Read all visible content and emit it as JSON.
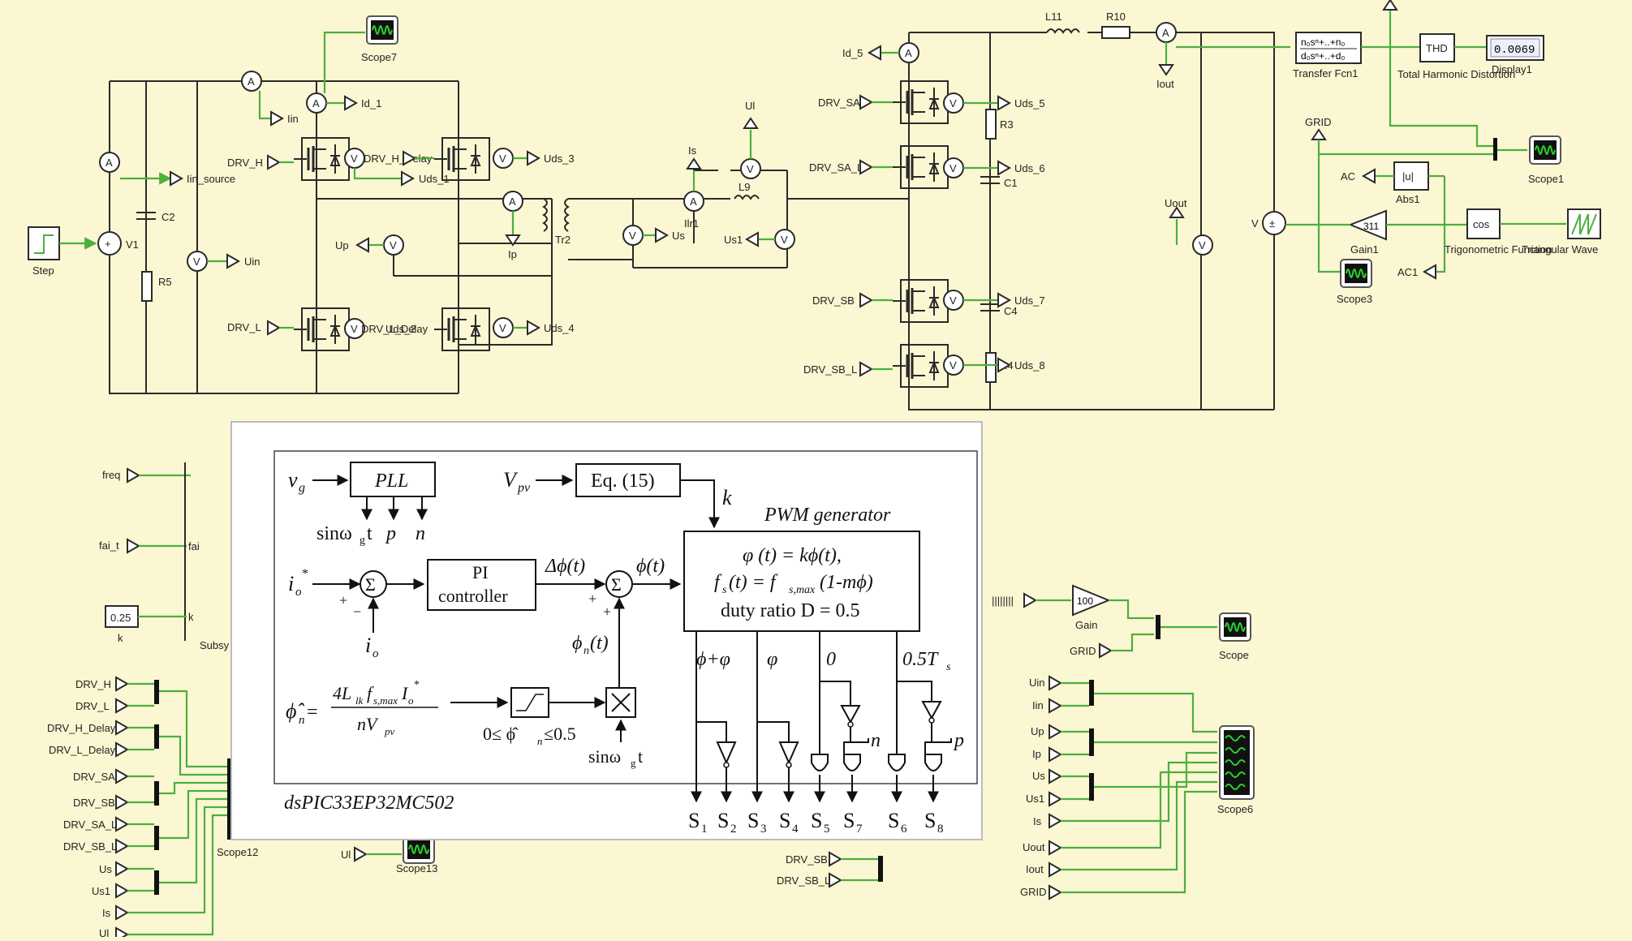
{
  "meters": {
    "ammeter": "A",
    "voltmeter": "V"
  },
  "labels": {
    "scope7": "Scope7",
    "step": "Step",
    "v1": "V1",
    "c2": "C2",
    "r5": "R5",
    "iin_source": "Iin_source",
    "iin": "Iin",
    "id_1": "Id_1",
    "uin": "Uin",
    "drv_h": "DRV_H",
    "drv_h_delay": "DRV_H_Delay",
    "uds_1": "Uds_1",
    "uds_3": "Uds_3",
    "drv_l": "DRV_L",
    "drv_l_delay": "DRV_L_Delay",
    "uds_2": "Uds_2",
    "uds_4": "Uds_4",
    "up": "Up",
    "ip": "Ip",
    "tr2": "Tr2",
    "us": "Us",
    "is": "Is",
    "ilr1": "Ilr1",
    "l9": "L9",
    "ul": "Ul",
    "us1": "Us1",
    "l11": "L11",
    "r10": "R10",
    "id_5": "Id_5",
    "iout": "Iout",
    "drv_sa": "DRV_SA",
    "drv_sa_l": "DRV_SA_L",
    "drv_sb": "DRV_SB",
    "drv_sb_l": "DRV_SB_L",
    "uds_5": "Uds_5",
    "uds_6": "Uds_6",
    "uds_7": "Uds_7",
    "uds_8": "Uds_8",
    "r3": "R3",
    "c1": "C1",
    "c4": "C4",
    "r4": "R4",
    "uout": "Uout",
    "v": "V",
    "tf_num": "n₀sⁿ+..+n₀",
    "tf_den": "d₀sⁿ+..+d₀",
    "transfer_fcn": "Transfer Fcn1",
    "thd": "THD",
    "thd_label": "Total Harmonic Distortion",
    "display_value": "0.0069",
    "display1": "Display1",
    "scope1": "Scope1",
    "grid": "GRID",
    "ac": "AC",
    "ac1": "AC1",
    "abs_sym": "|u|",
    "abs1": "Abs1",
    "cos_sym": "cos",
    "trig_fn": "Trigonometric Function",
    "tri_wave": "Triangular Wave",
    "gain_val": "311",
    "gain1": "Gain1",
    "scope3": "Scope3",
    "freq": "freq",
    "fai_t": "fai_t",
    "fai": "fai",
    "k_const": "0.25",
    "k": "k",
    "subsys": "Subsy",
    "scope12": "Scope12",
    "scope13": "Scope13",
    "scope": "Scope",
    "scope6": "Scope6",
    "gain_100": "100",
    "gain": "Gain",
    "uin2": "Uin",
    "iin2": "Iin",
    "up2": "Up",
    "ip2": "Ip",
    "us2": "Us",
    "us1b": "Us1",
    "is2": "Is",
    "uout2": "Uout",
    "iout2": "Iout",
    "grid2": "GRID",
    "grid3": "GRID",
    "ul2": "Ul",
    "ul3": "Ul",
    "drv_sb2": "DRV_SB",
    "drv_sb_l2": "DRV_SB_L",
    "lh_drv_h": "DRV_H",
    "lh_drv_l": "DRV_L",
    "lh_drv_h_delay": "DRV_H_Delay",
    "lh_drv_l_delay": "DRV_L_Delay",
    "lh_drv_sa": "DRV_SA",
    "lh_drv_sb": "DRV_SB",
    "lh_drv_sa_l": "DRV_SA_L",
    "lh_drv_sb_l": "DRV_SB_L",
    "lh_us": "Us",
    "lh_us1": "Us1",
    "lh_is": "Is"
  },
  "inset": {
    "vg": "v",
    "vg_sub": "g",
    "pll": "PLL",
    "pll_out1": "sinω",
    "pll_out1_sub": "g",
    "pll_out1_end": "t",
    "pll_out2": "p",
    "pll_out3": "n",
    "vpv": "V",
    "vpv_sub": "pv",
    "eq15": "Eq. (15)",
    "k": "k",
    "pwm_title": "PWM generator",
    "pwm_line1": "φ (t) = kϕ(t),",
    "pwm_line2": "f",
    "pwm_line2_sub": "s",
    "pwm_line2_rest": "(t) = f",
    "pwm_line2_sub2": "s,max",
    "pwm_line2_end": "(1-mϕ)",
    "pwm_line3": "duty ratio D = 0.5",
    "io_star": "i",
    "io_star_sub": "o",
    "io_star_sup": "*",
    "plus": "+",
    "minus": "−",
    "io": "i",
    "io_sub": "o",
    "sigma": "Σ",
    "pi1": "PI",
    "pi2": "controller",
    "dphi": "Δϕ(t)",
    "phi": "ϕ(t)",
    "phin": "ϕ",
    "phin_sub": "n",
    "phin_end": "(t)",
    "eq_lhs": "ϕ̂",
    "eq_lhs_sub": "n",
    "eq_num": "4L",
    "eq_num_sub": "lk",
    "eq_num_mid": "f",
    "eq_num_sub2": "s,max",
    "eq_num_end": "I",
    "eq_num_sub3": "o",
    "eq_num_sup": "*",
    "eq_den": "nV",
    "eq_den_sub": "pv",
    "sat_range": "0≤ ϕ̂",
    "sat_range_sub": "n",
    "sat_range_end": "≤0.5",
    "sin_in": "sinω",
    "sin_in_sub": "g",
    "sin_in_end": "t",
    "out_phivar": "ϕ+φ",
    "out_var": "φ",
    "out_zero": "0",
    "out_half": "0.5T",
    "out_half_sub": "s",
    "n_label": "n",
    "p_label": "p",
    "chip": "dsPIC33EP32MC502",
    "s1": "S",
    "s1n": "1",
    "s2": "S",
    "s2n": "2",
    "s3": "S",
    "s3n": "3",
    "s4": "S",
    "s4n": "4",
    "s5": "S",
    "s5n": "5",
    "s7": "S",
    "s7n": "7",
    "s6": "S",
    "s6n": "6",
    "s8": "S",
    "s8n": "8"
  },
  "colors": {
    "background": "#fbf7d2",
    "signal_wire": "#4caf3f",
    "power_wire": "#2a2a2a",
    "scope_trace": "#2bd42b"
  }
}
